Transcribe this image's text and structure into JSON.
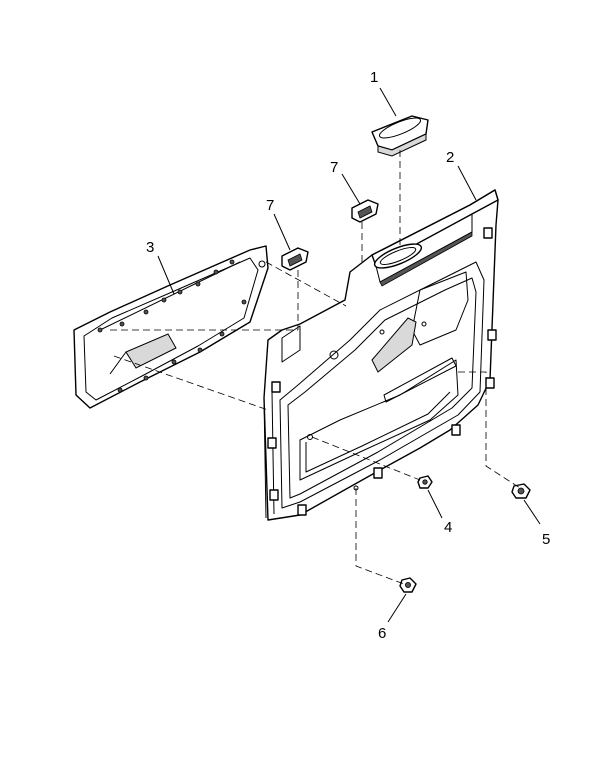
{
  "diagram": {
    "callouts": [
      {
        "id": "c1",
        "label": "1"
      },
      {
        "id": "c2",
        "label": "2"
      },
      {
        "id": "c3",
        "label": "3"
      },
      {
        "id": "c4",
        "label": "4"
      },
      {
        "id": "c5",
        "label": "5"
      },
      {
        "id": "c6",
        "label": "6"
      },
      {
        "id": "c7a",
        "label": "7"
      },
      {
        "id": "c7b",
        "label": "7"
      }
    ],
    "colors": {
      "line": "#000000",
      "background": "#ffffff",
      "shade": "#d9d9d9"
    }
  }
}
